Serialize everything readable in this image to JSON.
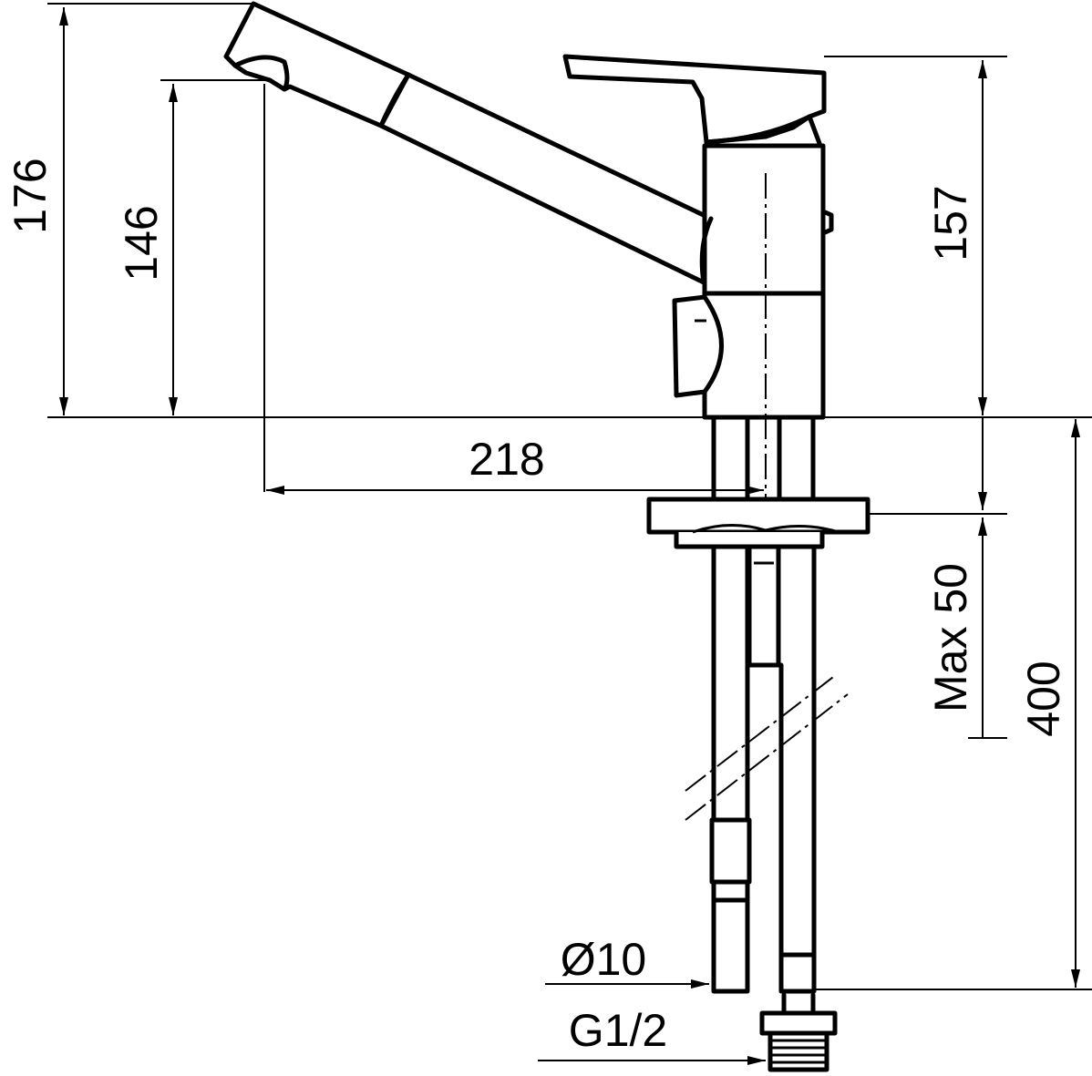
{
  "dimensions": {
    "total_height": "176",
    "outlet_height": "146",
    "body_height": "157",
    "spout_reach": "218",
    "max_deck_thickness": "Max 50",
    "hose_length": "400",
    "hose_diameter": "Ø10",
    "thread_size": "G1/2"
  },
  "colors": {
    "ink": "#000000",
    "paper": "#ffffff"
  }
}
